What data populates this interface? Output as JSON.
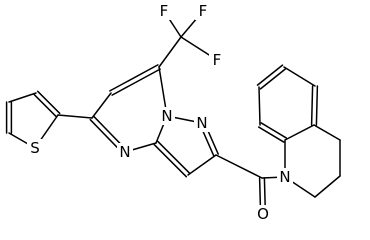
{
  "molecule": {
    "atoms": {
      "F1": "F",
      "F2": "F",
      "F3": "F",
      "N_bridge": "N",
      "N_pz": "N",
      "N_pym": "N",
      "S": "S",
      "O": "O",
      "N_q": "N"
    }
  }
}
